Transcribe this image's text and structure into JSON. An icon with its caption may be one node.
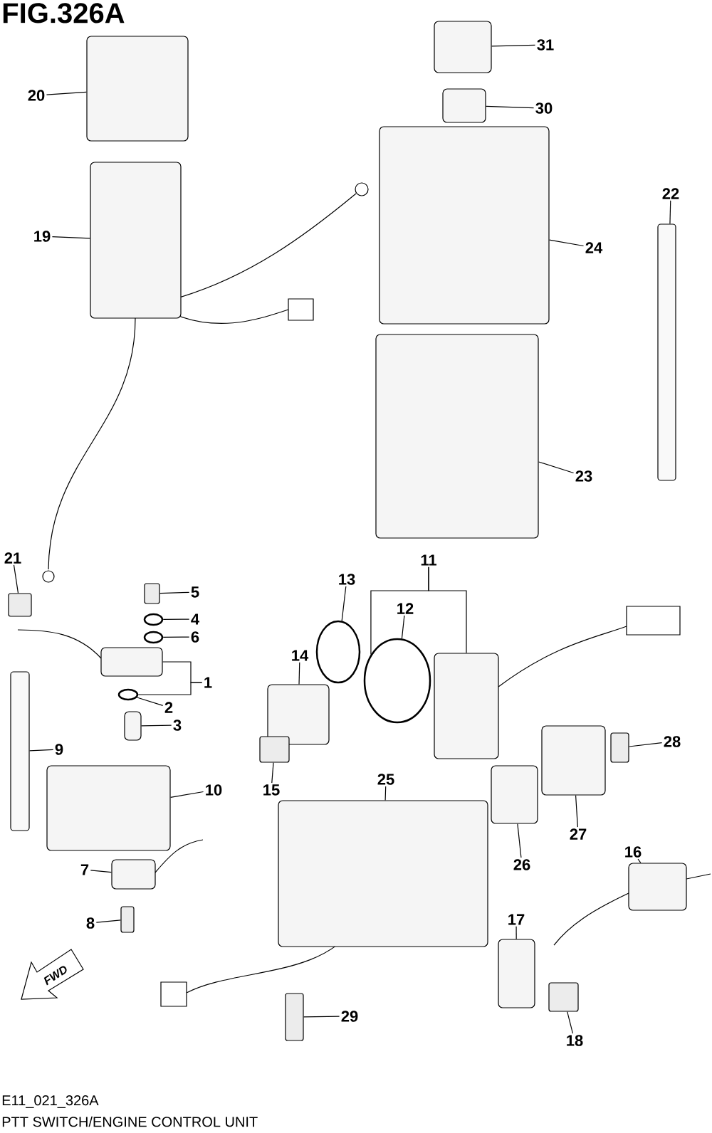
{
  "diagram": {
    "title": "FIG.326A",
    "caption": "PTT SWITCH/ENGINE CONTROL UNIT",
    "nodes": [
      {
        "text": [
          "31"
        ]
      },
      {
        "text": [],
        "shape": "box"
      },
      {
        "text": [
          "30"
        ]
      },
      {
        "text": [],
        "shape": "box"
      },
      {
        "text": [
          "20"
        ]
      },
      {
        "text": [],
        "shape": "box"
      },
      {
        "text": [
          "19"
        ]
      },
      {
        "text": [],
        "shape": "box"
      },
      {
        "text": [
          "24"
        ]
      },
      {
        "text": [],
        "shape": "box"
      },
      {
        "text": [
          "22"
        ]
      },
      {
        "text": [],
        "shape": "box"
      },
      {
        "text": [
          "23"
        ]
      },
      {
        "text": [],
        "shape": "box"
      },
      {
        "text": [
          "21"
        ]
      },
      {
        "text": [],
        "shape": "box"
      },
      {
        "text": [
          "5"
        ]
      },
      {
        "text": [],
        "shape": "box"
      },
      {
        "text": [
          "4"
        ]
      },
      {
        "text": [],
        "shape": "circle"
      },
      {
        "text": [
          "6"
        ]
      },
      {
        "text": [],
        "shape": "circle"
      },
      {
        "text": [
          "1"
        ]
      },
      {
        "text": [],
        "shape": "box"
      },
      {
        "text": [
          "2"
        ]
      },
      {
        "text": [],
        "shape": "circle"
      },
      {
        "text": [
          "3"
        ]
      },
      {
        "text": [],
        "shape": "box"
      },
      {
        "text": [
          "9"
        ]
      },
      {
        "text": [],
        "shape": "box"
      },
      {
        "text": [
          "10"
        ]
      },
      {
        "text": [],
        "shape": "box"
      },
      {
        "text": [
          "7"
        ]
      },
      {
        "text": [],
        "shape": "box"
      },
      {
        "text": [
          "8"
        ]
      },
      {
        "text": [],
        "shape": "box"
      },
      {
        "text": [
          "13"
        ]
      },
      {
        "text": [],
        "shape": "circle"
      },
      {
        "text": [
          "12"
        ]
      },
      {
        "text": [],
        "shape": "circle"
      },
      {
        "text": [
          "11"
        ]
      },
      {
        "text": [],
        "shape": "box"
      },
      {
        "text": [
          "14"
        ]
      },
      {
        "text": [],
        "shape": "box"
      },
      {
        "text": [
          "15"
        ]
      },
      {
        "text": [],
        "shape": "box"
      },
      {
        "text": [
          "28"
        ]
      },
      {
        "text": [],
        "shape": "box"
      },
      {
        "text": [
          "27"
        ]
      },
      {
        "text": [],
        "shape": "box"
      },
      {
        "text": [
          "26"
        ]
      },
      {
        "text": [],
        "shape": "box"
      },
      {
        "text": [
          "25"
        ]
      },
      {
        "text": [],
        "shape": "box"
      },
      {
        "text": [
          "16"
        ]
      },
      {
        "text": [],
        "shape": "box"
      },
      {
        "text": [
          "17"
        ]
      },
      {
        "text": [],
        "shape": "box"
      },
      {
        "text": [
          "18"
        ]
      },
      {
        "text": [],
        "shape": "box"
      },
      {
        "text": [
          "29"
        ]
      },
      {
        "text": [],
        "shape": "box"
      }
    ],
    "edges": [
      {
        "from": 0,
        "to": 1,
        "arrow": "none"
      },
      {
        "from": 2,
        "to": 3,
        "arrow": "none"
      },
      {
        "from": 4,
        "to": 5,
        "arrow": "none"
      },
      {
        "from": 6,
        "to": 7,
        "arrow": "none"
      },
      {
        "from": 8,
        "to": 9,
        "arrow": "none"
      },
      {
        "from": 10,
        "to": 11,
        "arrow": "none"
      },
      {
        "from": 12,
        "to": 13,
        "arrow": "none"
      },
      {
        "from": 14,
        "to": 15,
        "arrow": "none"
      },
      {
        "from": 16,
        "to": 17,
        "arrow": "none"
      },
      {
        "from": 18,
        "to": 19,
        "arrow": "none"
      },
      {
        "from": 20,
        "to": 21,
        "arrow": "none"
      },
      {
        "from": 22,
        "to": 23,
        "arrow": "none"
      },
      {
        "from": 22,
        "to": 25,
        "arrow": "none"
      },
      {
        "from": 24,
        "to": 25,
        "arrow": "none"
      },
      {
        "from": 26,
        "to": 27,
        "arrow": "none"
      },
      {
        "from": 28,
        "to": 29,
        "arrow": "none"
      },
      {
        "from": 30,
        "to": 31,
        "arrow": "none"
      },
      {
        "from": 32,
        "to": 33,
        "arrow": "none"
      },
      {
        "from": 34,
        "to": 35,
        "arrow": "none"
      },
      {
        "from": 36,
        "to": 37,
        "arrow": "none"
      },
      {
        "from": 38,
        "to": 39,
        "arrow": "none"
      },
      {
        "from": 40,
        "to": 41,
        "arrow": "none"
      },
      {
        "from": 40,
        "to": 39,
        "arrow": "none"
      },
      {
        "from": 42,
        "to": 43,
        "arrow": "none"
      },
      {
        "from": 44,
        "to": 45,
        "arrow": "none"
      },
      {
        "from": 46,
        "to": 47,
        "arrow": "none"
      },
      {
        "from": 48,
        "to": 49,
        "arrow": "none"
      },
      {
        "from": 50,
        "to": 51,
        "arrow": "none"
      },
      {
        "from": 52,
        "to": 53,
        "arrow": "none"
      },
      {
        "from": 54,
        "to": 55,
        "arrow": "none"
      },
      {
        "from": 56,
        "to": 57,
        "arrow": "none"
      },
      {
        "from": 58,
        "to": 59,
        "arrow": "none"
      },
      {
        "from": 60,
        "to": 61,
        "arrow": "none"
      }
    ],
    "labels": [
      "E11_021_326A",
      "FWD"
    ]
  }
}
